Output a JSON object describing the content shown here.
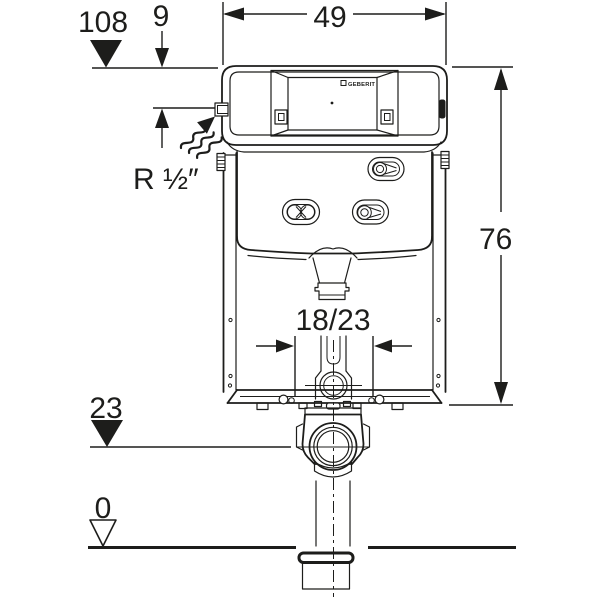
{
  "drawing": {
    "background": "#ffffff",
    "line_color": "#1d1d1b"
  },
  "labels": {
    "top_height_datum": "108",
    "supply_offset": "9",
    "overall_width": "49",
    "supply_thread": "R ½″",
    "frame_height": "76",
    "outlet_offset_options": "18/23",
    "outlet_center_height": "23",
    "floor_level": "0",
    "brand_logo": "GEBERIT"
  }
}
